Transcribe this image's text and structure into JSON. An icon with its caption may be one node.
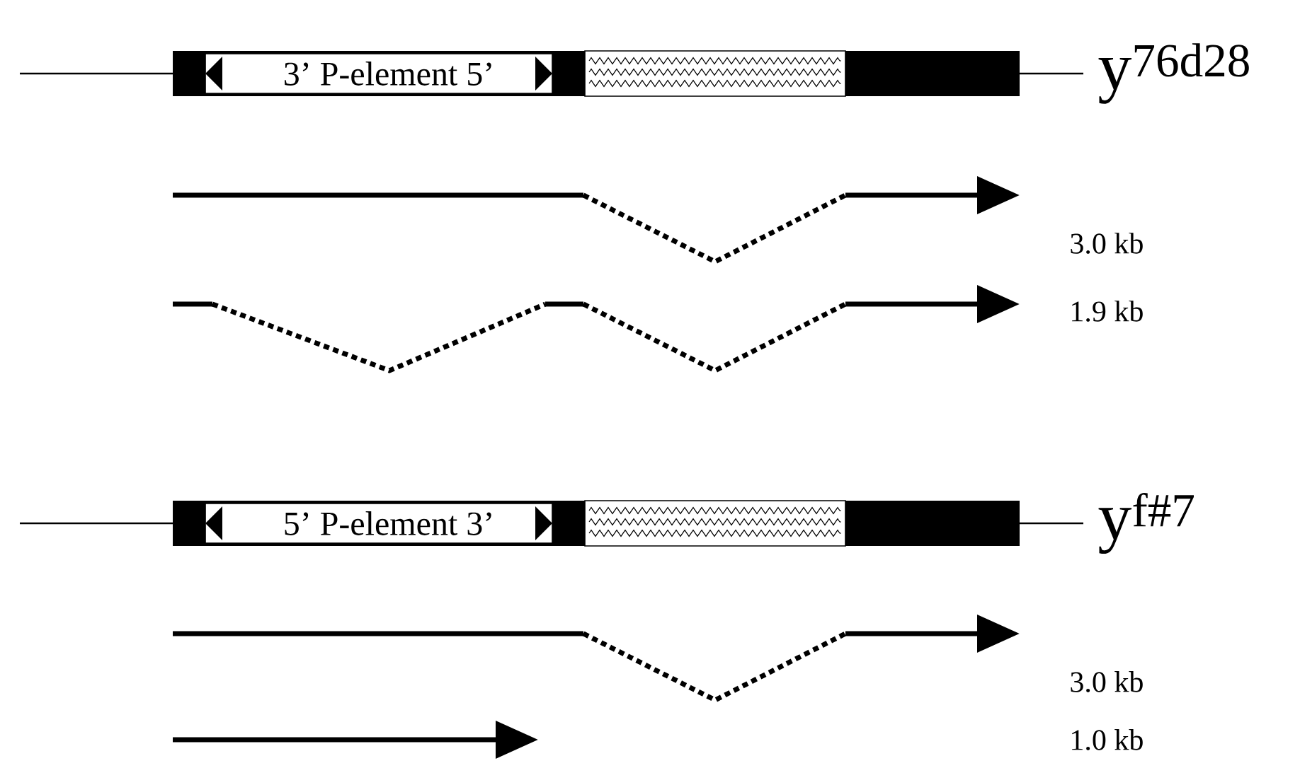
{
  "diagram": {
    "nodes": [
      {
        "text": [
          "3’ P-element 5’"
        ]
      },
      {
        "text": [
          "5’ P-element 3’"
        ]
      }
    ],
    "labels": [
      "y$^{76d28}$",
      "3.0 kb",
      "1.9 kb",
      "y$^{f#7}$",
      "3.0 kb",
      "1.0 kb"
    ]
  }
}
